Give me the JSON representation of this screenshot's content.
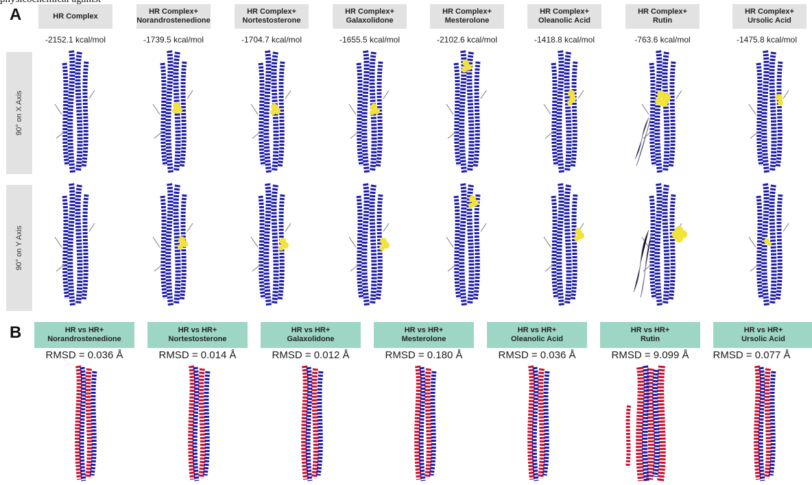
{
  "caption_fragment": "physicochemical against",
  "panel_a": {
    "letter": "A",
    "columns": [
      {
        "line1": "HR Complex",
        "line2": "",
        "energy": "-2152.1 kcal/mol"
      },
      {
        "line1": "HR Complex+",
        "line2": "Norandrostenedione",
        "energy": "-1739.5 kcal/mol"
      },
      {
        "line1": "HR Complex+",
        "line2": "Nortestosterone",
        "energy": "-1704.7 kcal/mol"
      },
      {
        "line1": "HR Complex+",
        "line2": "Galaxolidone",
        "energy": "-1655.5 kcal/mol"
      },
      {
        "line1": "HR Complex+",
        "line2": "Mesterolone",
        "energy": "-2102.6 kcal/mol"
      },
      {
        "line1": "HR Complex+",
        "line2": "Oleanolic Acid",
        "energy": "-1418.8 kcal/mol"
      },
      {
        "line1": "HR Complex+",
        "line2": "Rutin",
        "energy": "-763.6 kcal/mol"
      },
      {
        "line1": "HR Complex+",
        "line2": "Ursolic Acid",
        "energy": "-1475.8 kcal/mol"
      }
    ],
    "row_labels": [
      "90° on X Axis",
      "90° on Y Axis"
    ]
  },
  "panel_b": {
    "letter": "B",
    "columns": [
      {
        "line1": "HR vs HR+",
        "line2": "Norandrostenedione",
        "rmsd": "RMSD = 0.036 Å"
      },
      {
        "line1": "HR vs HR+",
        "line2": "Nortestosterone",
        "rmsd": "RMSD = 0.014 Å"
      },
      {
        "line1": "HR vs HR+",
        "line2": "Galaxolidone",
        "rmsd": "RMSD = 0.012 Å"
      },
      {
        "line1": "HR vs HR+",
        "line2": "Mesterolone",
        "rmsd": "RMSD = 0.180 Å"
      },
      {
        "line1": "HR vs HR+",
        "line2": "Oleanolic Acid",
        "rmsd": "RMSD = 0.036 Å"
      },
      {
        "line1": "HR vs HR+",
        "line2": "Rutin",
        "rmsd": "RMSD = 9.099 Å"
      },
      {
        "line1": "HR vs HR+",
        "line2": "Ursolic Acid",
        "rmsd": "RMSD = 0.077 Å"
      }
    ]
  },
  "colors": {
    "protein": "#1a1aa8",
    "ligand": "#f2e23a",
    "overlay_red": "#c8102e",
    "header_gray": "#e2e2e2",
    "header_teal": "#9ed6c6"
  }
}
